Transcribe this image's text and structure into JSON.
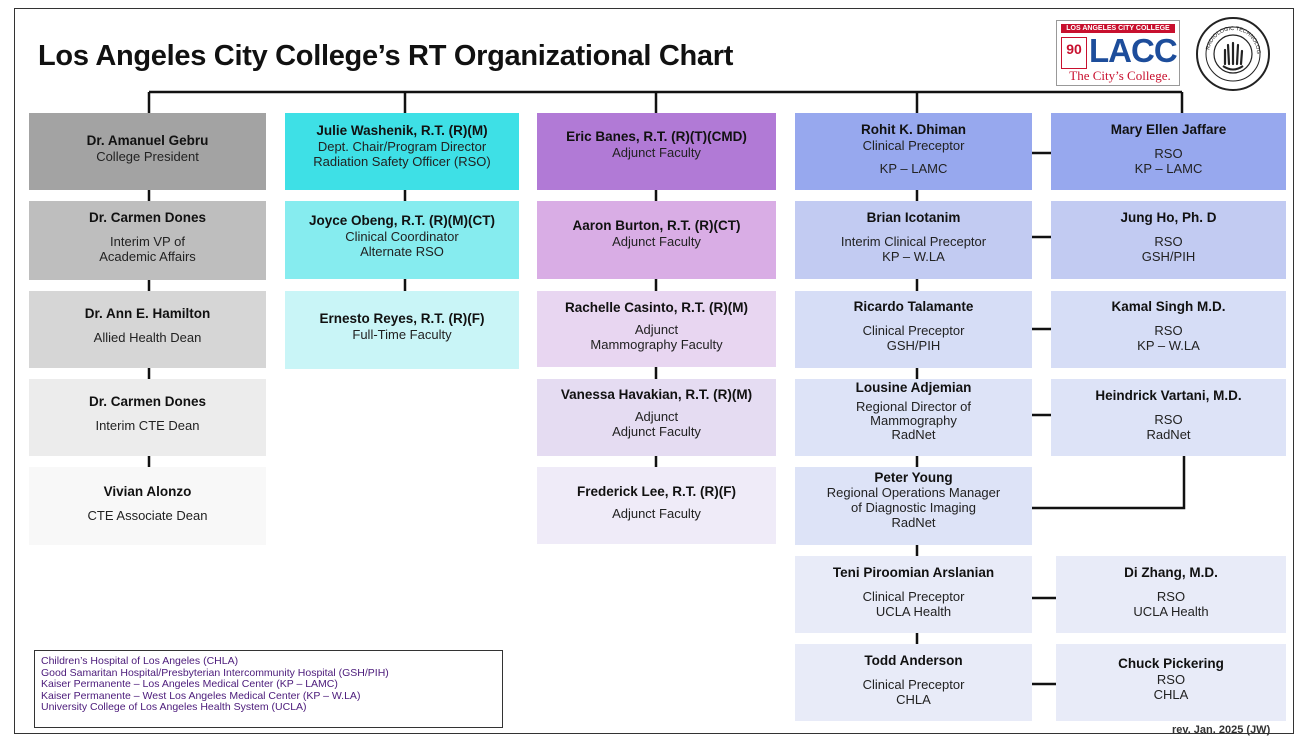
{
  "title": "Los Angeles City College’s RT Organizational Chart",
  "logo": {
    "top_text": "LOS ANGELES CITY COLLEGE",
    "ninety": "90",
    "name": "LACC",
    "tagline": "The City’s College.",
    "seal_text": "LOS ANGELES CITY COLLEGE · RADIOLOGIC TECHNOLOGY"
  },
  "boxes": {
    "gebru": {
      "name": "Dr. Amanuel Gebru",
      "lines": [
        "College President"
      ],
      "color": "#a3a3a3"
    },
    "dones_vp": {
      "name": "Dr. Carmen Dones",
      "lines": [
        "Interim VP of",
        "Academic Affairs"
      ],
      "color": "#bebebe"
    },
    "hamilton": {
      "name": "Dr. Ann E. Hamilton",
      "lines": [
        "Allied Health Dean"
      ],
      "color": "#d6d6d6"
    },
    "dones_cte": {
      "name": "Dr. Carmen Dones",
      "lines": [
        "Interim CTE Dean"
      ],
      "color": "#ececec"
    },
    "alonzo": {
      "name": "Vivian Alonzo",
      "lines": [
        "CTE Associate Dean"
      ],
      "color": "#f8f8f8"
    },
    "washenik": {
      "name": "Julie Washenik, R.T. (R)(M)",
      "lines": [
        "Dept. Chair/Program Director",
        "Radiation Safety Officer (RSO)"
      ],
      "color": "#3ee0e6"
    },
    "obeng": {
      "name": "Joyce Obeng, R.T. (R)(M)(CT)",
      "lines": [
        "Clinical Coordinator",
        "Alternate RSO"
      ],
      "color": "#86ecef"
    },
    "reyes": {
      "name": "Ernesto Reyes, R.T. (R)(F)",
      "lines": [
        "Full-Time Faculty"
      ],
      "color": "#c9f5f7"
    },
    "banes": {
      "name": "Eric Banes, R.T. (R)(T)(CMD)",
      "lines": [
        "Adjunct Faculty"
      ],
      "color": "#b17ad6"
    },
    "burton": {
      "name": "Aaron Burton, R.T. (R)(CT)",
      "lines": [
        "Adjunct Faculty"
      ],
      "color": "#d9ade5"
    },
    "casinto": {
      "name": "Rachelle Casinto, R.T. (R)(M)",
      "lines": [
        "Adjunct",
        "Mammography Faculty"
      ],
      "color": "#e8d6f1"
    },
    "havakian": {
      "name": "Vanessa Havakian, R.T. (R)(M)",
      "lines": [
        "Adjunct",
        "Adjunct Faculty"
      ],
      "color": "#e5dcf2"
    },
    "lee": {
      "name": "Frederick Lee, R.T. (R)(F)",
      "lines": [
        "Adjunct Faculty"
      ],
      "color": "#efebf8"
    },
    "dhiman": {
      "name": "Rohit K. Dhiman",
      "lines": [
        "Clinical Preceptor",
        "",
        "KP – LAMC"
      ],
      "color": "#97a8ee"
    },
    "icotanim": {
      "name": "Brian Icotanim",
      "lines": [
        "",
        "Interim Clinical Preceptor",
        "KP – W.LA"
      ],
      "color": "#c2cbf2"
    },
    "talamante": {
      "name": "Ricardo Talamante",
      "lines": [
        "",
        "Clinical Preceptor",
        "GSH/PIH"
      ],
      "color": "#d6ddf6"
    },
    "adjemian": {
      "name": "Lousine Adjemian",
      "lines": [
        "",
        "Regional Director of",
        "Mammography",
        "RadNet"
      ],
      "color": "#dde3f7"
    },
    "young": {
      "name": "Peter Young",
      "lines": [
        "Regional Operations Manager",
        "of Diagnostic Imaging",
        "RadNet"
      ],
      "color": "#dde3f7"
    },
    "arslanian": {
      "name": "Teni Piroomian Arslanian",
      "lines": [
        "",
        "Clinical Preceptor",
        "UCLA Health"
      ],
      "color": "#e8ebf8"
    },
    "anderson": {
      "name": "Todd Anderson",
      "lines": [
        "",
        "Clinical Preceptor",
        "CHLA"
      ],
      "color": "#e8ebf8"
    },
    "jaffare": {
      "name": "Mary Ellen Jaffare",
      "lines": [
        "",
        "RSO",
        "KP – LAMC"
      ],
      "color": "#97a8ee"
    },
    "ho": {
      "name": "Jung Ho, Ph. D",
      "lines": [
        "",
        "RSO",
        "GSH/PIH"
      ],
      "color": "#c2cbf2"
    },
    "singh": {
      "name": "Kamal Singh M.D.",
      "lines": [
        "",
        "RSO",
        "KP – W.LA"
      ],
      "color": "#d6ddf6"
    },
    "vartani": {
      "name": "Heindrick Vartani, M.D.",
      "lines": [
        "",
        "RSO",
        "RadNet"
      ],
      "color": "#dde3f7"
    },
    "zhang": {
      "name": "Di Zhang, M.D.",
      "lines": [
        "",
        "RSO",
        "UCLA Health"
      ],
      "color": "#e8ebf8"
    },
    "pickering": {
      "name": "Chuck Pickering",
      "lines": [
        "RSO",
        "CHLA"
      ],
      "color": "#e8ebf8"
    }
  },
  "legend": [
    "Children’s Hospital of Los Angeles (CHLA)",
    "Good Samaritan Hospital/Presbyterian Intercommunity Hospital (GSH/PIH)",
    "Kaiser Permanente – Los Angeles Medical Center (KP – LAMC)",
    "Kaiser Permanente – West Los Angeles Medical Center (KP – W.LA)",
    "University College of Los Angeles Health System (UCLA)"
  ],
  "revision": "rev. Jan. 2025 (JW)"
}
